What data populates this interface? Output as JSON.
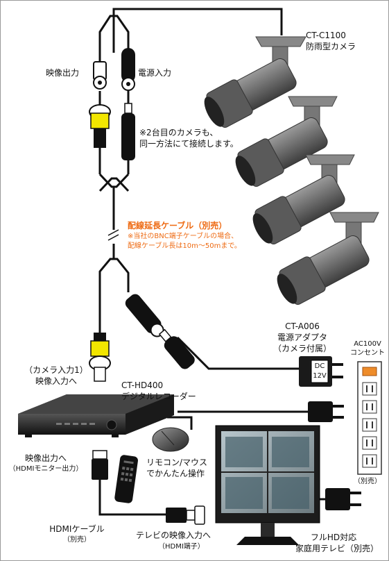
{
  "cameras": {
    "model": "CT-C1100",
    "description": "防雨型カメラ"
  },
  "connectors": {
    "video_out": "映像出力",
    "power_in": "電源入力"
  },
  "notes": {
    "second_camera_line1": "※2台目のカメラも、",
    "second_camera_line2": "同一方法にて接続します。"
  },
  "extension": {
    "title": "配線延長ケーブル（別売）",
    "note_line1": "※当社のBNC端子ケーブルの場合、",
    "note_line2": "配線ケーブル長は10m〜50mまで。"
  },
  "adapter": {
    "model": "CT-A006",
    "name": "電源アダプタ",
    "note": "（カメラ付属）",
    "label_top": "DC",
    "label_bottom": "12V"
  },
  "outlet": {
    "voltage": "AC100V",
    "name": "コンセント",
    "note": "（別売）"
  },
  "camera_input": {
    "line1": "（カメラ入力1）",
    "line2": "映像入力へ"
  },
  "recorder": {
    "model": "CT-HD400",
    "name": "デジタルレコーダー"
  },
  "hdmi_out": {
    "line1": "映像出力へ",
    "line2": "（HDMIモニター出力）"
  },
  "remote": {
    "line1": "リモコン/マウス",
    "line2": "でかんたん操作"
  },
  "hdmi_cable": {
    "name": "HDMIケーブル",
    "note": "（別売）"
  },
  "tv_input": {
    "line1": "テレビの映像入力へ",
    "line2": "（HDMI端子）"
  },
  "tv": {
    "line1": "フルHD対応",
    "line2": "家庭用テレビ（別売）"
  },
  "colors": {
    "cable": "#111111",
    "bnc_yellow": "#f2e600",
    "camera_gray": "#6f6f6f",
    "accent_orange": "#ee6a12"
  }
}
